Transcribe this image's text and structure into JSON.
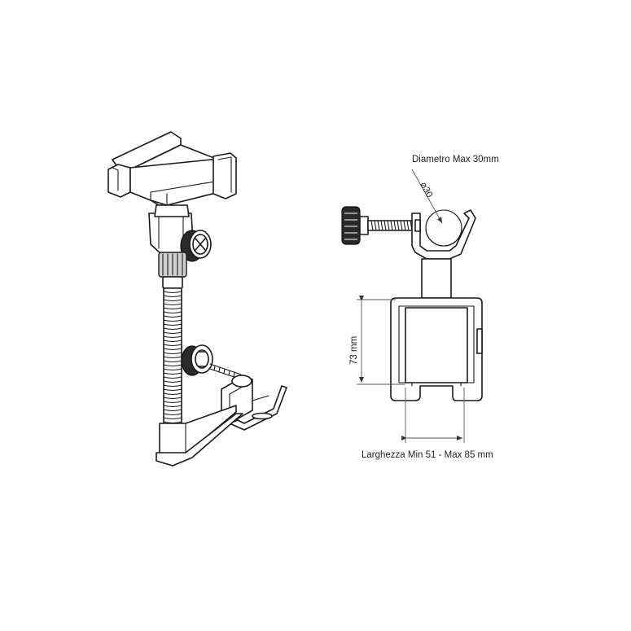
{
  "dimensions": {
    "diameter_label": "Diametro Max 30mm",
    "diameter_symbol": "⌀30",
    "height_label": "73 mm",
    "width_label": "Larghezza Min 51 - Max  85 mm"
  },
  "colors": {
    "line": "#1a1a1a",
    "shade": "#cfcfcf",
    "background": "#ffffff"
  }
}
